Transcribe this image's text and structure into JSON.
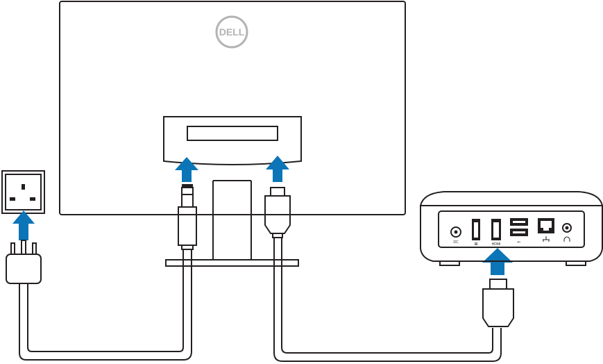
{
  "brand": {
    "logo_text": "DELL"
  },
  "ports": {
    "dc": "DC",
    "dp": "⊞",
    "hdmi": "HDMI",
    "usb": "⇜"
  },
  "colors": {
    "arrow": "#0b75b7",
    "outline": "#231f20",
    "logo": "#b3b3b3",
    "panel": "#ffffff"
  },
  "icons": [
    "power-plug-icon",
    "wall-socket-icon",
    "dc-barrel-icon",
    "hdmi-plug-icon",
    "usb-icon",
    "ethernet-icon",
    "headphone-icon",
    "displayport-icon"
  ]
}
